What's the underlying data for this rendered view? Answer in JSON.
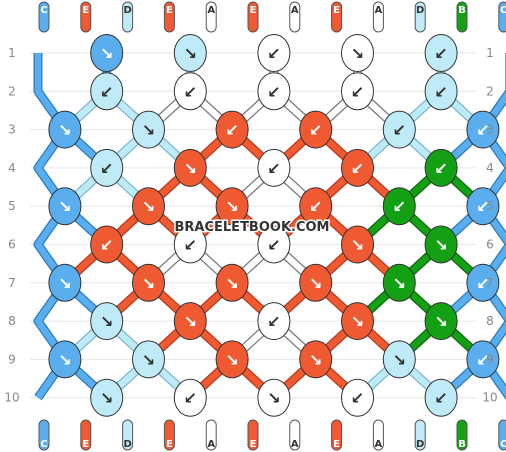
{
  "watermark": "BRACELETBOOK.COM",
  "colors": {
    "C": "#5aaeee",
    "E": "#f05a32",
    "D": "#bfeaf8",
    "A": "#ffffff",
    "B": "#14a014"
  },
  "strings": {
    "top": [
      "C",
      "E",
      "D",
      "E",
      "A",
      "E",
      "A",
      "E",
      "A",
      "D",
      "B",
      "C"
    ],
    "bottom": [
      "C",
      "E",
      "D",
      "E",
      "A",
      "E",
      "A",
      "E",
      "A",
      "D",
      "B",
      "C"
    ]
  },
  "row_labels": [
    "1",
    "2",
    "3",
    "4",
    "5",
    "6",
    "7",
    "8",
    "9",
    "10"
  ],
  "rows": [
    [
      [
        "C",
        "↘"
      ],
      [
        "D",
        "↘"
      ],
      [
        "A",
        "↙"
      ],
      [
        "A",
        "↘"
      ],
      [
        "D",
        "↙"
      ]
    ],
    [
      [
        "D",
        "↙"
      ],
      [
        "A",
        "↙"
      ],
      [
        "A",
        "↙"
      ],
      [
        "A",
        "↙"
      ],
      [
        "D",
        "↙"
      ]
    ],
    [
      [
        "C",
        "↘"
      ],
      [
        "D",
        "↘"
      ],
      [
        "E",
        "↙"
      ],
      [
        "E",
        "↙"
      ],
      [
        "D",
        "↙"
      ],
      [
        "C",
        "↙"
      ]
    ],
    [
      [
        "D",
        "↙"
      ],
      [
        "E",
        "↘"
      ],
      [
        "A",
        "↙"
      ],
      [
        "E",
        "↙"
      ],
      [
        "B",
        "↙"
      ]
    ],
    [
      [
        "C",
        "↘"
      ],
      [
        "E",
        "↘"
      ],
      [
        "E",
        "↘"
      ],
      [
        "E",
        "↙"
      ],
      [
        "B",
        "↙"
      ],
      [
        "C",
        "↙"
      ]
    ],
    [
      [
        "E",
        "↙"
      ],
      [
        "A",
        "↙"
      ],
      [
        "A",
        "↙"
      ],
      [
        "E",
        "↘"
      ],
      [
        "B",
        "↘"
      ]
    ],
    [
      [
        "C",
        "↘"
      ],
      [
        "E",
        "↘"
      ],
      [
        "E",
        "↘"
      ],
      [
        "E",
        "↘"
      ],
      [
        "B",
        "↘"
      ],
      [
        "C",
        "↙"
      ]
    ],
    [
      [
        "D",
        "↘"
      ],
      [
        "E",
        "↘"
      ],
      [
        "A",
        "↙"
      ],
      [
        "E",
        "↘"
      ],
      [
        "B",
        "↘"
      ]
    ],
    [
      [
        "C",
        "↘"
      ],
      [
        "D",
        "↘"
      ],
      [
        "E",
        "↘"
      ],
      [
        "E",
        "↘"
      ],
      [
        "D",
        "↘"
      ],
      [
        "C",
        "↙"
      ]
    ],
    [
      [
        "D",
        "↘"
      ],
      [
        "A",
        "↙"
      ],
      [
        "A",
        "↘"
      ],
      [
        "A",
        "↙"
      ],
      [
        "D",
        "↙"
      ]
    ]
  ]
}
